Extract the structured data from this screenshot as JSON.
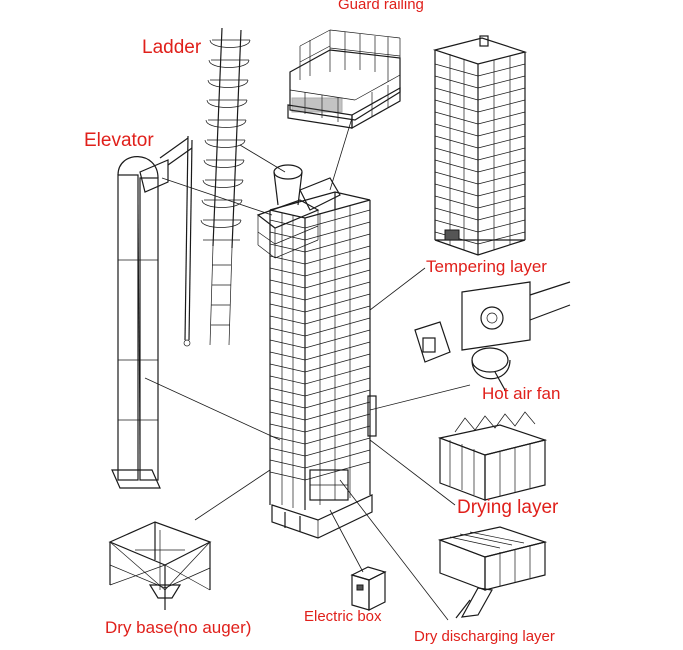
{
  "labels": {
    "guard_railing": "Guard railing",
    "ladder": "Ladder",
    "elevator": "Elevator",
    "tempering_layer": "Tempering layer",
    "hot_air_fan": "Hot air fan",
    "drying_layer": "Drying layer",
    "dry_base": "Dry base(no auger)",
    "electric_box": "Electric box",
    "dry_discharging_layer": "Dry discharging layer"
  },
  "colors": {
    "label": "#e0201b",
    "line": "#1a1a1a",
    "background": "#ffffff"
  }
}
